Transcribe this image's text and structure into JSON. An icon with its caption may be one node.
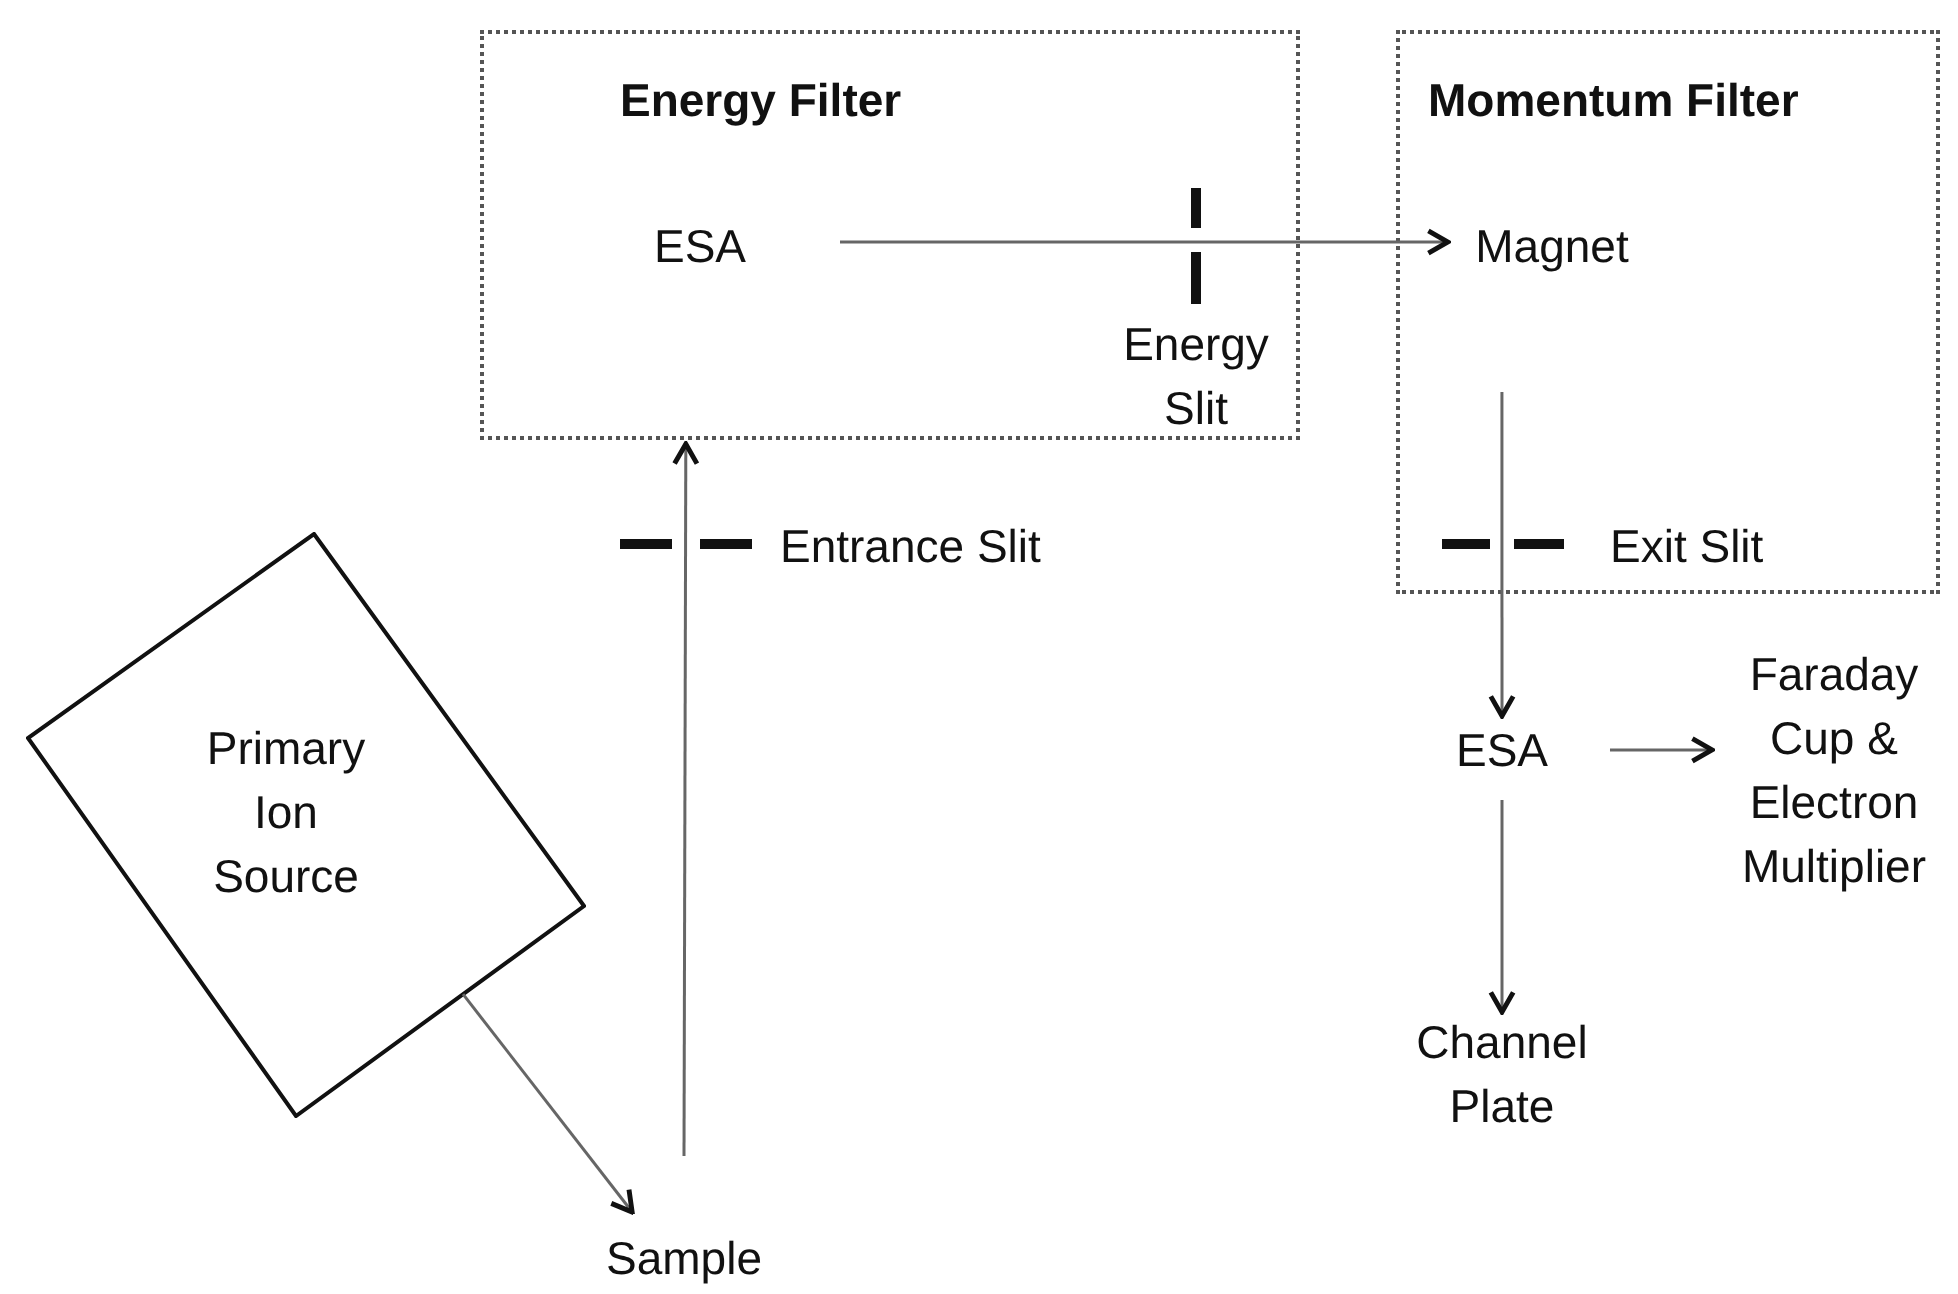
{
  "diagram": {
    "nodes": [
      {
        "text": [
          "Energy Filter"
        ]
      },
      {
        "text": [
          "ESA"
        ],
        "in": 0
      },
      {
        "text": [
          "Momentum Filter"
        ]
      },
      {
        "text": [
          "Magnet"
        ],
        "in": 2
      },
      {
        "text": [
          "Primary Ion Source"
        ]
      },
      {
        "text": [
          "Sample"
        ]
      },
      {
        "text": [
          "ESA"
        ]
      },
      {
        "text": [
          "Faraday Cup & Electron Multiplier"
        ]
      },
      {
        "text": [
          "Channel Plate"
        ]
      }
    ],
    "edges": [
      {
        "from": 4,
        "to": 5,
        "arrow": "to"
      },
      {
        "from": 5,
        "to": 0,
        "arrow": "to"
      },
      {
        "from": 1,
        "to": 3,
        "arrow": "to"
      },
      {
        "from": 3,
        "to": 6,
        "arrow": "to"
      },
      {
        "from": 6,
        "to": 7,
        "arrow": "to"
      },
      {
        "from": 6,
        "to": 8,
        "arrow": "to"
      }
    ],
    "labels": [
      "Energy Slit",
      "Entrance Slit",
      "Exit Slit"
    ]
  }
}
